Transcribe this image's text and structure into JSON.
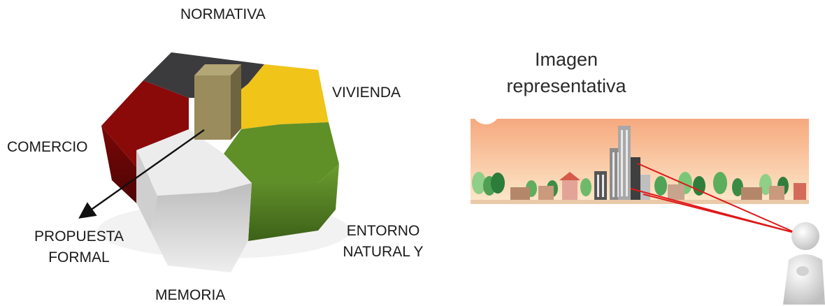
{
  "diagram": {
    "labels": {
      "normativa": "NORMATIVA",
      "vivienda": "VIVIENDA",
      "comercio": "COMERCIO",
      "propuesta_line1": "PROPUESTA",
      "propuesta_line2": "FORMAL",
      "entorno_line1": "ENTORNO",
      "entorno_line2": "NATURAL Y",
      "memoria": "MEMORIA"
    },
    "colors": {
      "normativa": "#3a3a3c",
      "vivienda": "#f0c419",
      "comercio": "#8a0a0a",
      "entorno": "#4f7d22",
      "memoria": "#d9d9d9",
      "propuesta": "#9a8c5c"
    }
  },
  "illustration": {
    "title_line1": "Imagen",
    "title_line2": "representativa",
    "colors": {
      "sky_top": "#f7b48a",
      "sky_bottom": "#fbe6c8",
      "sight_lines": "#e01818"
    }
  }
}
